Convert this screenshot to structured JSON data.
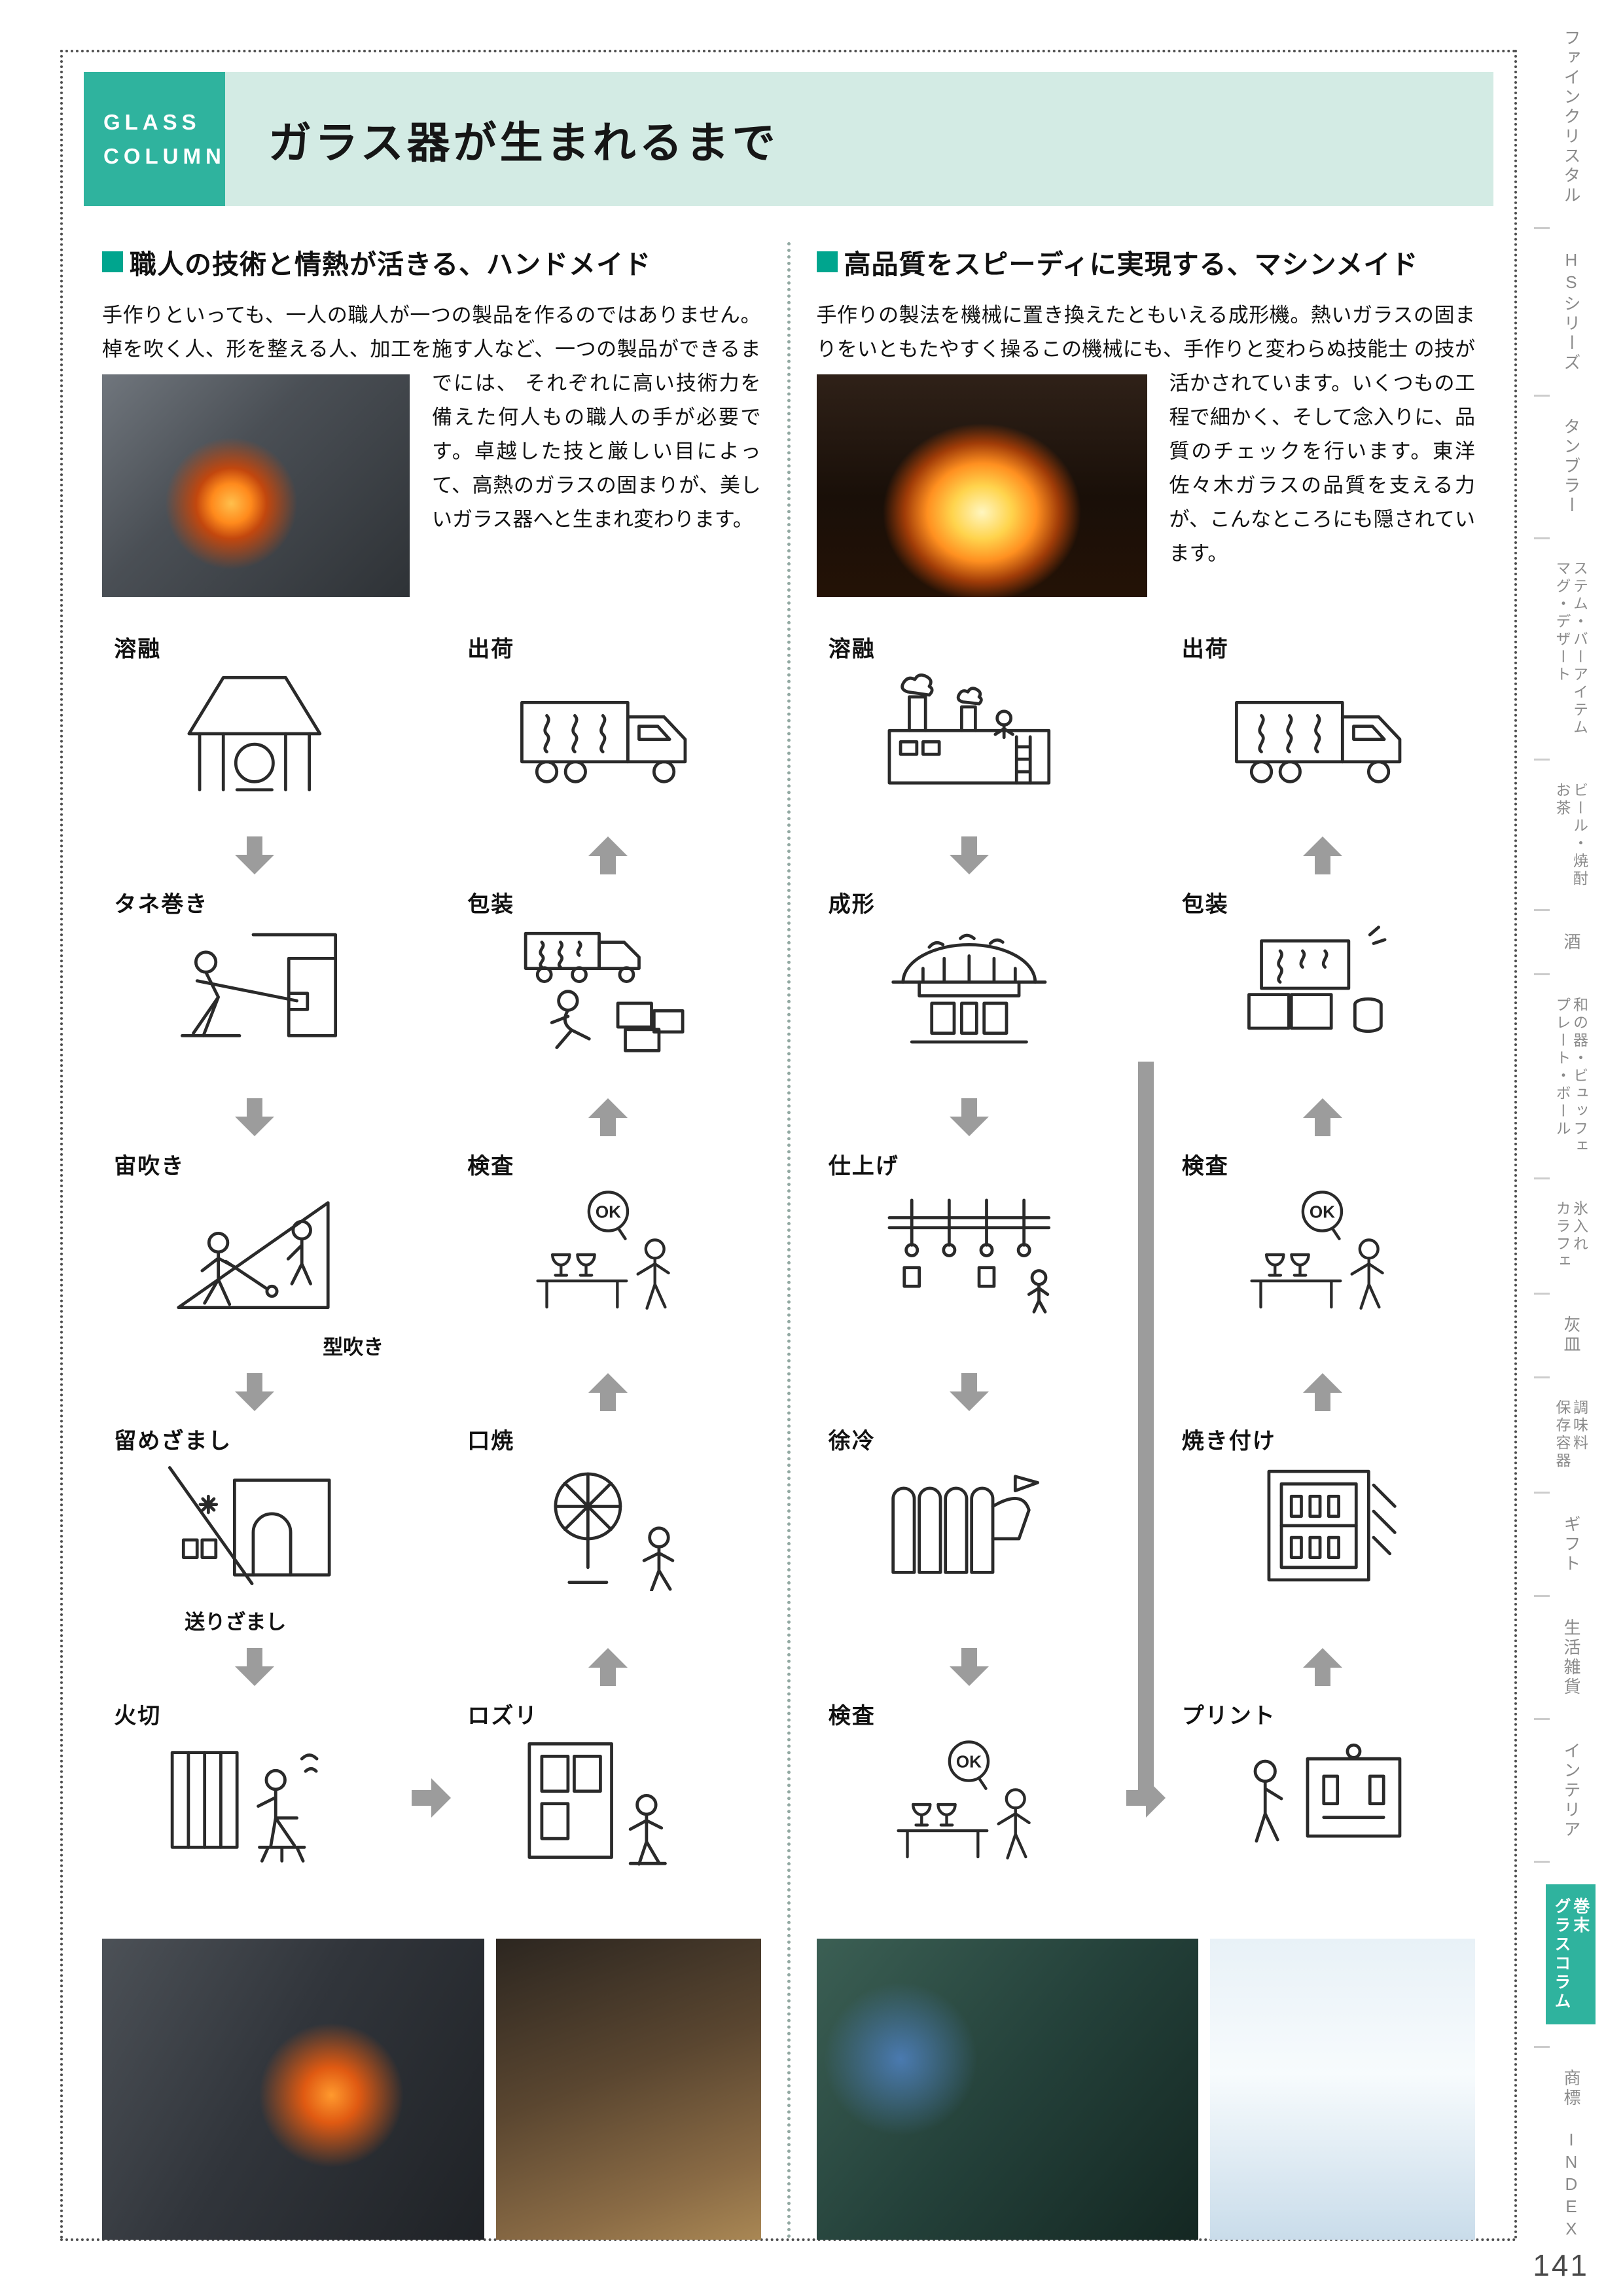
{
  "page_number": "141",
  "colors": {
    "teal": "#2fb39e",
    "banner_teal": "#d3ebe4",
    "bullet_green": "#00a58e",
    "arrow_gray": "#9c9c9c"
  },
  "header": {
    "badge_line1": "GLASS",
    "badge_line2": "COLUMN",
    "title": "ガラス器が生まれるまで"
  },
  "handmade": {
    "heading": "職人の技術と情熱が活きる、ハンドメイド",
    "body_1": "手作りといっても、一人の職人が一つの製品を作るのではありません。棹を吹く人、形を整える人、加工を施す人など、一つの製品ができるまでには、",
    "body_2": "それぞれに高い技術力を備えた何人もの職人の手が必要です。卓越した技と厳しい目によって、高熱のガラスの固まりが、美しいガラス器へと生まれ変わります。",
    "photo_top": "molten-glass-on-rod-photo",
    "flow": {
      "down": [
        {
          "label": "溶融",
          "icon": "furnace-icon"
        },
        {
          "label": "タネ巻き",
          "icon": "glass-gathering-icon"
        },
        {
          "label": "宙吹き",
          "sublabel": "型吹き",
          "icon": "free-blowing-icon"
        },
        {
          "label": "留めざまし",
          "sublabel": "送りざまし",
          "icon": "rest-cooling-icon"
        },
        {
          "label": "火切",
          "icon": "fire-cutting-icon"
        }
      ],
      "up": [
        {
          "label": "出荷",
          "icon": "shipping-truck-icon"
        },
        {
          "label": "包装",
          "icon": "packing-icon"
        },
        {
          "label": "検査",
          "bubble": "OK",
          "icon": "inspection-icon"
        },
        {
          "label": "口焼",
          "icon": "rim-firing-icon"
        },
        {
          "label": "ロズリ",
          "icon": "rozuri-machine-icon"
        }
      ]
    },
    "photos_bottom": [
      "furnace-work-photo",
      "handmade-glassware-photo"
    ]
  },
  "machinemade": {
    "heading": "高品質をスピーディに実現する、マシンメイド",
    "body_1": "手作りの製法を機械に置き換えたともいえる成形機。熱いガラスの固まりをいともたやすく操るこの機械にも、手作りと変わらぬ技能士",
    "body_2": "の技が活かされています。いくつもの工程で細かく、そして念入りに、品質のチェックを行います。東洋佐々木ガラスの品質を支える力が、こんなところにも隠されています。",
    "photo_top": "gob-feeder-photo",
    "flow": {
      "down": [
        {
          "label": "溶融",
          "icon": "factory-icon"
        },
        {
          "label": "成形",
          "icon": "forming-machine-icon"
        },
        {
          "label": "仕上げ",
          "icon": "finishing-machine-icon"
        },
        {
          "label": "徐冷",
          "icon": "annealing-lehr-icon"
        },
        {
          "label": "検査",
          "bubble": "OK",
          "icon": "inspection-icon"
        }
      ],
      "up": [
        {
          "label": "出荷",
          "icon": "shipping-truck-icon"
        },
        {
          "label": "包装",
          "icon": "packed-boxes-icon"
        },
        {
          "label": "検査",
          "bubble": "OK",
          "icon": "inspection-icon"
        },
        {
          "label": "焼き付け",
          "icon": "baking-kiln-icon"
        },
        {
          "label": "プリント",
          "icon": "printing-icon"
        }
      ]
    },
    "photos_bottom": [
      "factory-line-photo",
      "machine-made-glasses-photo"
    ]
  },
  "sidebar": {
    "items": [
      {
        "label": "ファインクリスタル"
      },
      {
        "label": "HSシリーズ"
      },
      {
        "label": "タンブラー"
      },
      {
        "label": "ステム・バーアイテム",
        "label2": "マグ・デザート"
      },
      {
        "label": "ビール・焼酎",
        "label2": "お茶"
      },
      {
        "label": "酒"
      },
      {
        "label": "和の器・ビュッフェ",
        "label2": "プレート・ボール"
      },
      {
        "label": "氷入れ",
        "label2": "カラフェ"
      },
      {
        "label": "灰皿"
      },
      {
        "label": "調味料",
        "label2": "保存容器"
      },
      {
        "label": "ギフト"
      },
      {
        "label": "生活雑貨"
      },
      {
        "label": "インテリア"
      },
      {
        "label": "巻末",
        "label2": "グラスコラム",
        "active": true
      },
      {
        "label": "商標"
      },
      {
        "label": "INDEX"
      }
    ]
  }
}
